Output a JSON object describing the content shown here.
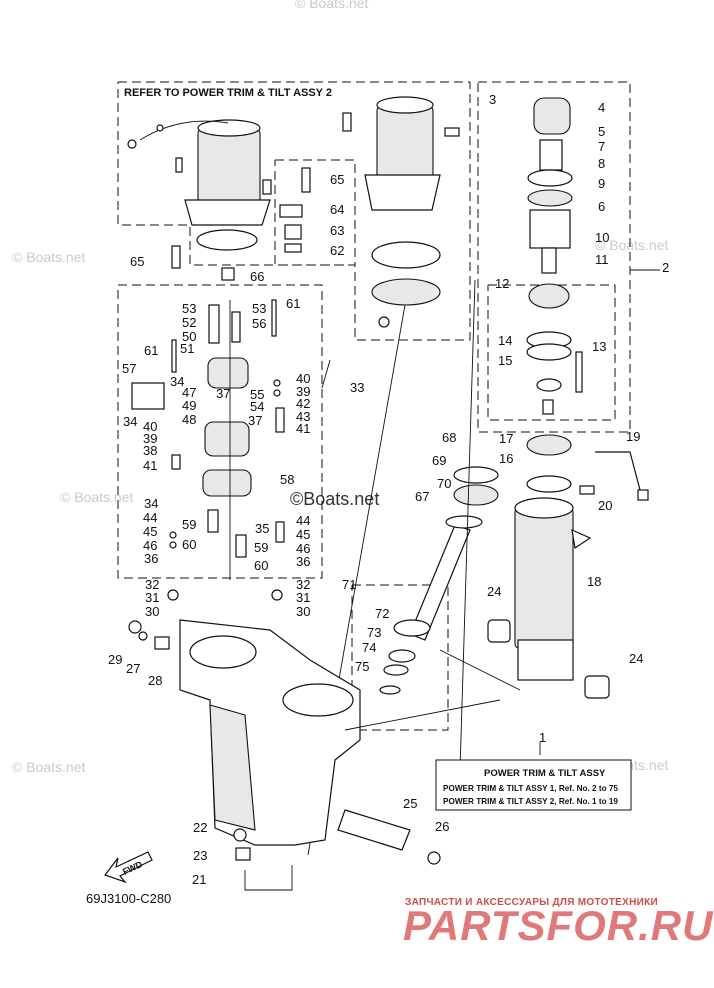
{
  "diagram": {
    "refer_note": "REFER TO POWER TRIM & TILT ASSY 2",
    "drawing_code": "69J3100-C280",
    "fwd_label": "FWD",
    "watermarks": [
      "© Boats.net",
      "© Boats.net",
      "© Boats.net",
      "© Boats.net",
      "© Boats.net",
      "© Boats.net",
      "©Boats.net"
    ],
    "legend": {
      "ref": "1",
      "title": "POWER TRIM & TILT ASSY",
      "line1": "POWER TRIM & TILT ASSY 1,  Ref. No. 2 to 75",
      "line2": "POWER TRIM & TILT ASSY 2,  Ref. No. 1 to 19"
    },
    "brand": {
      "tagline": "ЗАПЧАСТИ И АКСЕССУАРЫ ДЛЯ МОТОТЕХНИКИ",
      "name": "PARTSFOR.RU"
    },
    "callouts": [
      "1",
      "2",
      "3",
      "4",
      "5",
      "7",
      "8",
      "9",
      "6",
      "10",
      "11",
      "12",
      "13",
      "14",
      "15",
      "16",
      "17",
      "18",
      "19",
      "20",
      "21",
      "22",
      "23",
      "24",
      "24",
      "25",
      "26",
      "27",
      "28",
      "29",
      "30",
      "31",
      "32",
      "30",
      "31",
      "32",
      "33",
      "34",
      "34",
      "34",
      "35",
      "36",
      "36",
      "37",
      "37",
      "38",
      "39",
      "40",
      "41",
      "42",
      "43",
      "39",
      "40",
      "41",
      "44",
      "44",
      "45",
      "45",
      "46",
      "46",
      "47",
      "48",
      "49",
      "50",
      "51",
      "52",
      "53",
      "53",
      "54",
      "55",
      "56",
      "57",
      "58",
      "59",
      "59",
      "60",
      "60",
      "61",
      "61",
      "62",
      "63",
      "64",
      "65",
      "65",
      "66",
      "67",
      "68",
      "69",
      "70",
      "71",
      "72",
      "73",
      "74",
      "75"
    ]
  }
}
